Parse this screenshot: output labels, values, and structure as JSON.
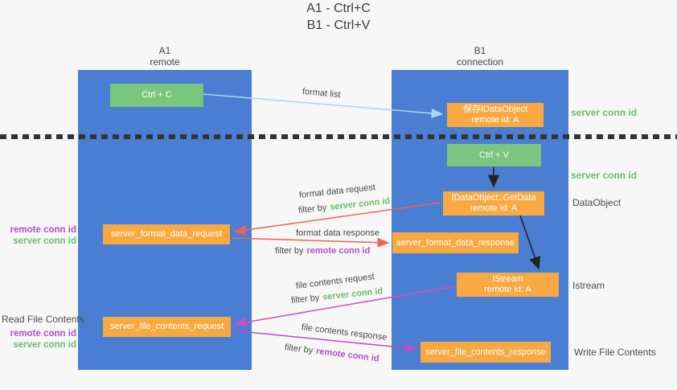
{
  "title": {
    "line1": "A1 - Ctrl+C",
    "line2": "B1 - Ctrl+V"
  },
  "columns": {
    "left": {
      "name": "A1",
      "subtitle": "remote"
    },
    "right": {
      "name": "B1",
      "subtitle": "connection"
    }
  },
  "nodes": {
    "ctrl_c": {
      "label": "Ctrl + C"
    },
    "ctrl_v": {
      "label": "Ctrl + V"
    },
    "save_dataobject": {
      "line1": "保存IDataObject",
      "line2": "remote id: A"
    },
    "getdata": {
      "line1": "IDataObject::GetData",
      "line2": "remote id: A"
    },
    "istream": {
      "line1": "IStream",
      "line2": "remote id: A"
    },
    "format_data_request": {
      "label": "server_format_data_request"
    },
    "format_data_response": {
      "label": "server_format_data_response"
    },
    "file_contents_request": {
      "label": "server_file_contents_request"
    },
    "file_contents_response": {
      "label": "server_file_contents_response"
    }
  },
  "flow_labels": {
    "format_list": "format list",
    "format_data_request": "format data request",
    "format_data_response": "format data response",
    "file_contents_request": "file contents request",
    "file_contents_response": "file contents response",
    "filter_by": "filter by",
    "server_conn_id": "server conn id",
    "remote_conn_id": "remote conn id"
  },
  "side_labels": {
    "server_conn_id_top": "server conn id",
    "server_conn_id_mid": "server conn id",
    "dataobject": "DataObject",
    "istream": "Istream",
    "write_file_contents": "Write File Contents",
    "read_file_contents": "Read File Contents",
    "remote_conn_id": "remote conn id",
    "server_conn_id": "server conn id"
  },
  "colors": {
    "column_blue": "#4a7ed2",
    "node_green": "#79c67e",
    "node_orange": "#f9a942",
    "accent_green": "#67bf6b",
    "accent_purple": "#b44ecb",
    "arrow_red": "#ee6352",
    "arrow_lightblue": "#a9d6f2",
    "arrow_magenta": "#d24fc0",
    "arrow_black": "#222222",
    "background": "#f7f7f7"
  }
}
